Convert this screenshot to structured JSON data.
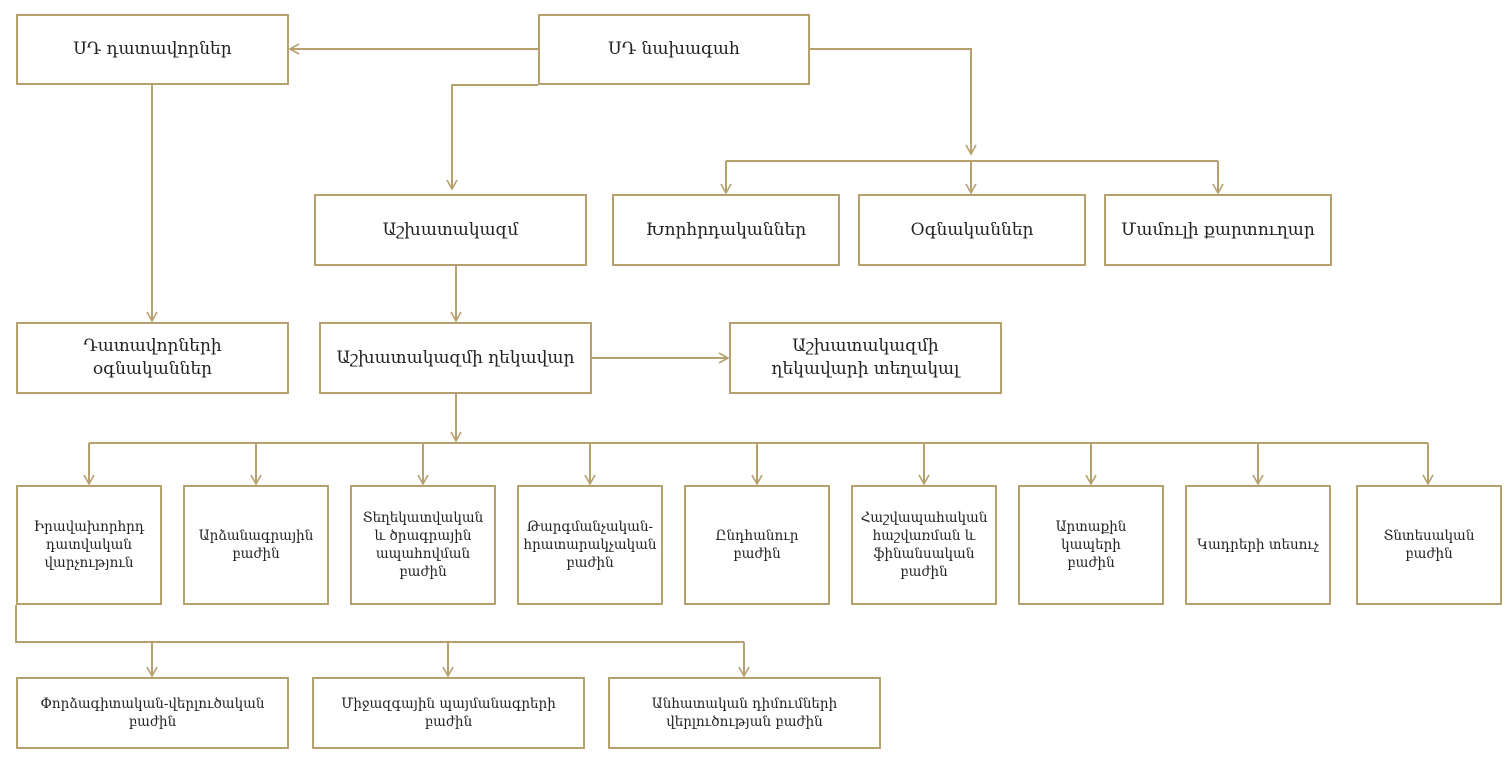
{
  "nodes": {
    "cc_judges": "ՍԴ դատավորներ",
    "cc_president": "ՍԴ նախագահ",
    "staff": "Աշխատակազմ",
    "advisors": "Խորհրդականներ",
    "assistants": "Օգնականներ",
    "press_secretary": "Մամուլի քարտուղար",
    "judges_assistants": "Դատավորների օգնականներ",
    "staff_head": "Աշխատակազմի ղեկավար",
    "staff_head_deputy": "Աշխատակազմի\nղեկավարի տեղակալ",
    "legal_proceedings": "Իրավախորհրդ\nդատվական\nվարչություն",
    "records": "Արձանագրային\nբաժին",
    "info_software": "Տեղեկատվական\nև ծրագրային\nապահովման\nբաժին",
    "translation": "Թարգմանչական-\nհրատարակչական\nբաժին",
    "general": "Ընդհանուր բաժին",
    "accounting": "Հաշվապահական\nհաշվառման և\nֆինանսական\nբաժին",
    "external_relations": "Արտաքին կապերի\nբաժին",
    "personnel": "Կադրերի տեսուչ",
    "economic": "Տնտեսական\nբաժին",
    "expert_analytical": "Փորձագիտական-վերլուծական\nբաժին",
    "international_treaties": "Միջազգային պայմանագրերի\nբաժին",
    "individual_appeals": "Անհատական դիմումների\nվերլուծության բաժին"
  },
  "colors": {
    "line": "#b5a06e",
    "text": "#222222"
  }
}
